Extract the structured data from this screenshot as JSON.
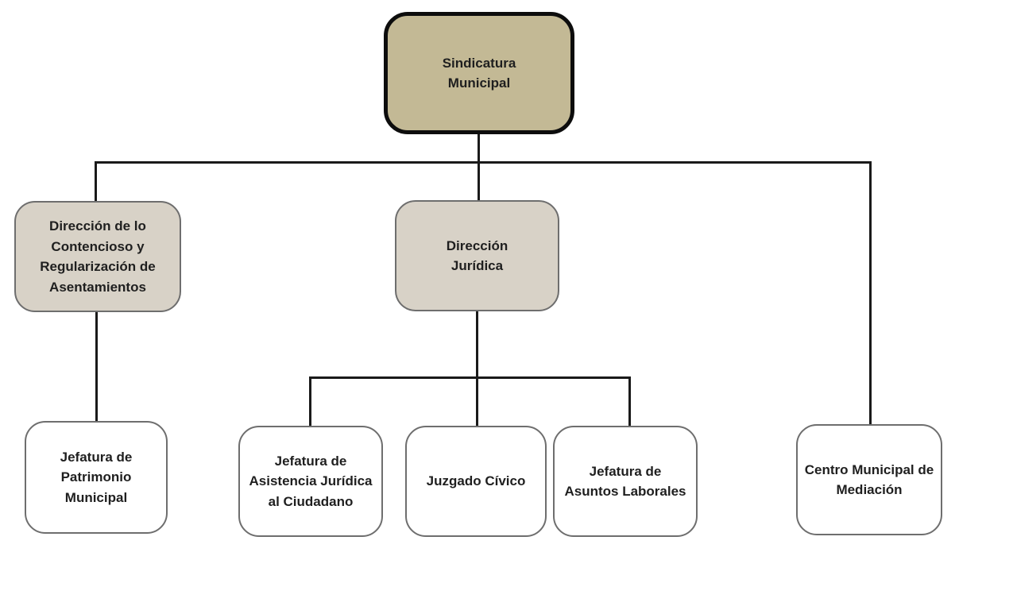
{
  "diagram": {
    "type": "org-chart",
    "background": "#ffffff",
    "colors": {
      "root_fill": "#c3b995",
      "root_border": "#0d0d0d",
      "branch_fill": "#d8d2c7",
      "branch_border": "#6e6e6e",
      "leaf_fill": "#ffffff",
      "leaf_border": "#6e6e6e",
      "connector": "#1a1a1a",
      "text": "#1f1f1f"
    },
    "nodes": {
      "sindicatura": {
        "label": "Sindicatura\nMunicipal",
        "level": 1
      },
      "contencioso": {
        "label": "Dirección de lo\nContencioso y\nRegularización de\nAsentamientos",
        "level": 2
      },
      "juridica": {
        "label": "Dirección\nJurídica",
        "level": 2
      },
      "patrimonio": {
        "label": "Jefatura de\nPatrimonio\nMunicipal",
        "level": 3
      },
      "asistencia": {
        "label": "Jefatura de\nAsistencia Jurídica\nal Ciudadano",
        "level": 3
      },
      "juzgado": {
        "label": "Juzgado Cívico",
        "level": 3
      },
      "laborales": {
        "label": "Jefatura de\nAsuntos Laborales",
        "level": 3
      },
      "mediacion": {
        "label": "Centro Municipal de\nMediación",
        "level": 3
      }
    },
    "edges": [
      {
        "from": "Sindicatura Municipal",
        "to": "Dirección de lo Contencioso y Regularización de Asentamientos"
      },
      {
        "from": "Sindicatura Municipal",
        "to": "Dirección Jurídica"
      },
      {
        "from": "Sindicatura Municipal",
        "to": "Centro Municipal de Mediación"
      },
      {
        "from": "Dirección de lo Contencioso y Regularización de Asentamientos",
        "to": "Jefatura de Patrimonio Municipal"
      },
      {
        "from": "Dirección Jurídica",
        "to": "Jefatura de Asistencia Jurídica al Ciudadano"
      },
      {
        "from": "Dirección Jurídica",
        "to": "Juzgado Cívico"
      },
      {
        "from": "Dirección Jurídica",
        "to": "Jefatura de Asuntos Laborales"
      }
    ]
  }
}
